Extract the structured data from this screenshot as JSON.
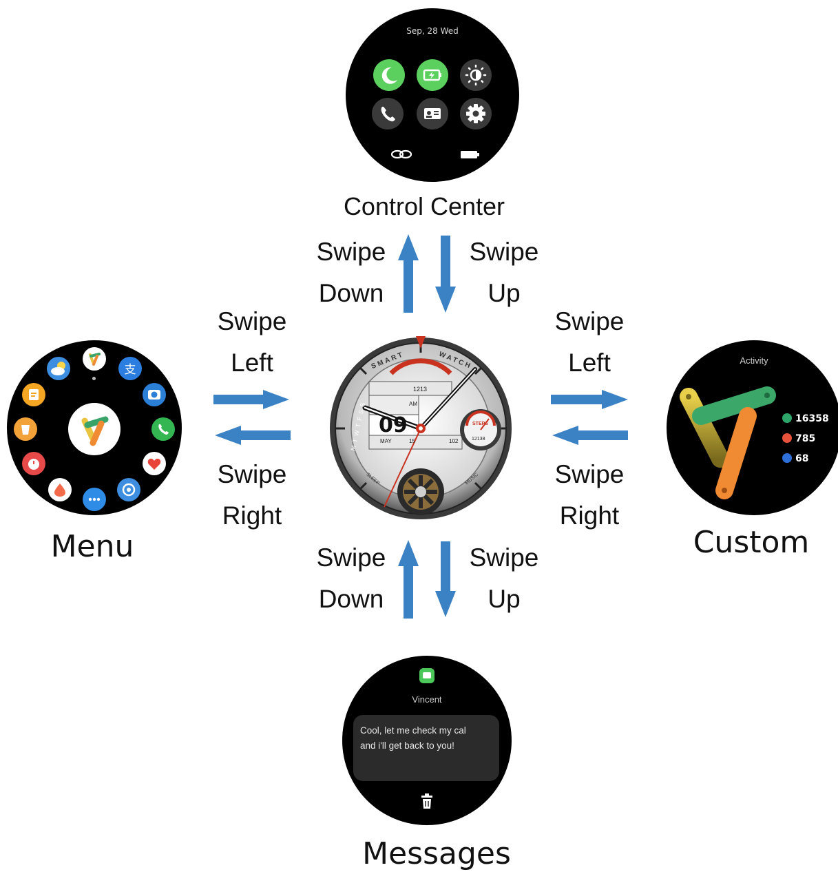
{
  "screens": {
    "control_center": {
      "label": "Control Center",
      "date": "Sep, 28 Wed",
      "buttons": [
        "moon-icon",
        "battery-saver-icon",
        "brightness-icon",
        "phone-icon",
        "id-card-icon",
        "settings-icon"
      ],
      "status": [
        "link-icon",
        "battery-icon"
      ]
    },
    "menu": {
      "label": "Menu",
      "apps": [
        "weather-icon",
        "activity-icon",
        "alipay-icon",
        "camera-icon",
        "phone-icon",
        "heart-icon",
        "compass-icon",
        "more-icon",
        "breathe-icon",
        "stopwatch-icon",
        "cup-icon",
        "notes-icon"
      ]
    },
    "custom": {
      "label": "Custom",
      "title": "Activity",
      "stats": [
        {
          "value": "16358",
          "color": "#2ea66a"
        },
        {
          "value": "785",
          "color": "#e8513a"
        },
        {
          "value": "68",
          "color": "#2f6fd8"
        }
      ]
    },
    "messages": {
      "label": "Messages",
      "sender": "Vincent",
      "text_line1": "Cool, let me check my cal",
      "text_line2": "and i'll get back to you!"
    },
    "watch_face": {
      "brand_left": "SMART",
      "brand_right": "WATCH",
      "steps_top": "1213",
      "hour_digit": "09",
      "am": "AM",
      "month": "MAY",
      "day": "15",
      "heart": "102",
      "dial_steps": "12138",
      "dial_title": "STEPS",
      "weekdays": "M T W T F S S",
      "sleep": "SLEEP",
      "music": "MUSIC"
    }
  },
  "gestures": {
    "top_left": {
      "line1": "Swipe",
      "line2": "Down"
    },
    "top_right": {
      "line1": "Swipe",
      "line2": "Up"
    },
    "left_top": {
      "line1": "Swipe",
      "line2": "Left"
    },
    "left_bottom": {
      "line1": "Swipe",
      "line2": "Right"
    },
    "right_top": {
      "line1": "Swipe",
      "line2": "Left"
    },
    "right_bottom": {
      "line1": "Swipe",
      "line2": "Right"
    },
    "bottom_left": {
      "line1": "Swipe",
      "line2": "Down"
    },
    "bottom_right": {
      "line1": "Swipe",
      "line2": "Up"
    }
  },
  "colors": {
    "arrow": "#3b82c4",
    "green": "#5bd05f",
    "accent_red": "#c8321e"
  }
}
